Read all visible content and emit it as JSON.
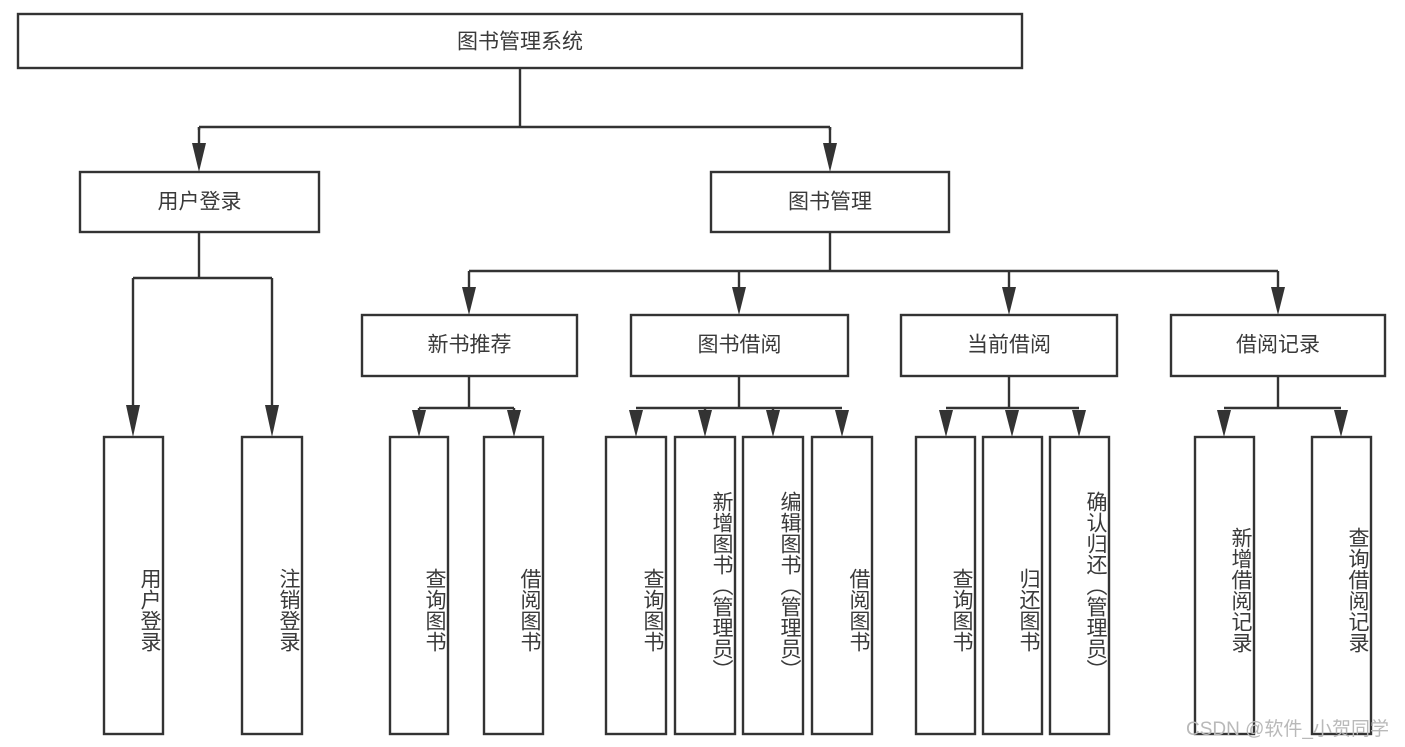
{
  "diagram": {
    "type": "tree-hierarchy",
    "title": "图书管理系统",
    "orientation": "top-down",
    "watermark": "CSDN @软件_小贺同学",
    "colors": {
      "stroke": "#333333",
      "box_fill": "#ffffff",
      "text": "#3a3a3a",
      "background": "#ffffff",
      "watermark": "#b9b9b9"
    },
    "root": {
      "label": "图书管理系统"
    },
    "level2": [
      {
        "label": "用户登录"
      },
      {
        "label": "图书管理"
      }
    ],
    "level3": [
      {
        "label": "新书推荐"
      },
      {
        "label": "图书借阅"
      },
      {
        "label": "当前借阅"
      },
      {
        "label": "借阅记录"
      }
    ],
    "leaves": {
      "user_login": [
        {
          "label": "用户登录"
        },
        {
          "label": "注销登录"
        }
      ],
      "new_book_recommend": [
        {
          "label": "查询图书"
        },
        {
          "label": "借阅图书"
        }
      ],
      "book_borrow": [
        {
          "label": "查询图书"
        },
        {
          "label": "新增图书（管理员）"
        },
        {
          "label": "编辑图书（管理员）"
        },
        {
          "label": "借阅图书"
        }
      ],
      "current_borrow": [
        {
          "label": "查询图书"
        },
        {
          "label": "归还图书"
        },
        {
          "label": "确认归还（管理员）"
        }
      ],
      "borrow_record": [
        {
          "label": "新增借阅记录"
        },
        {
          "label": "查询借阅记录"
        }
      ]
    }
  }
}
